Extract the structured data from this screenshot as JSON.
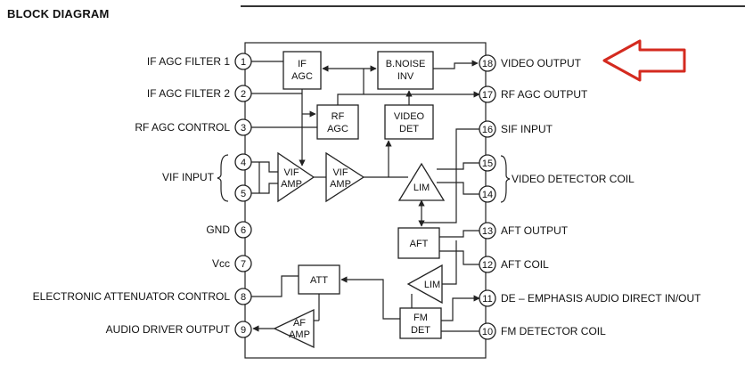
{
  "title": "BLOCK DIAGRAM",
  "pins": {
    "p1": {
      "num": "1",
      "label": "IF AGC FILTER 1"
    },
    "p2": {
      "num": "2",
      "label": "IF AGC FILTER 2"
    },
    "p3": {
      "num": "3",
      "label": "RF AGC CONTROL"
    },
    "p4": {
      "num": "4"
    },
    "p5": {
      "num": "5"
    },
    "vif_input": "VIF INPUT",
    "p6": {
      "num": "6",
      "label": "GND"
    },
    "p7": {
      "num": "7",
      "label": "Vcc"
    },
    "p8": {
      "num": "8",
      "label": "ELECTRONIC ATTENUATOR CONTROL"
    },
    "p9": {
      "num": "9",
      "label": "AUDIO DRIVER OUTPUT"
    },
    "p10": {
      "num": "10",
      "label": "FM DETECTOR COIL"
    },
    "p11": {
      "num": "11",
      "label": "DE – EMPHASIS AUDIO DIRECT IN/OUT"
    },
    "p12": {
      "num": "12",
      "label": "AFT COIL"
    },
    "p13": {
      "num": "13",
      "label": "AFT OUTPUT"
    },
    "p14": {
      "num": "14"
    },
    "p15": {
      "num": "15"
    },
    "video_detector_coil": "VIDEO DETECTOR COIL",
    "p16": {
      "num": "16",
      "label": "SIF INPUT"
    },
    "p17": {
      "num": "17",
      "label": "RF AGC OUTPUT"
    },
    "p18": {
      "num": "18",
      "label": "VIDEO OUTPUT"
    }
  },
  "blocks": {
    "if_agc": [
      "IF",
      "AGC"
    ],
    "bnoise_inv": [
      "B.NOISE",
      "INV"
    ],
    "rf_agc": [
      "RF",
      "AGC"
    ],
    "video_det": [
      "VIDEO",
      "DET"
    ],
    "vif_amp1": [
      "VIF",
      "AMP"
    ],
    "vif_amp2": [
      "VIF",
      "AMP"
    ],
    "lim_main": "LIM",
    "aft": "AFT",
    "lim_small": "LIM",
    "att": "ATT",
    "fm_det": [
      "FM",
      "DET"
    ],
    "af_amp": [
      "AF",
      "AMP"
    ]
  },
  "colors": {
    "arrow": "#d42a1f",
    "line": "#222222"
  }
}
